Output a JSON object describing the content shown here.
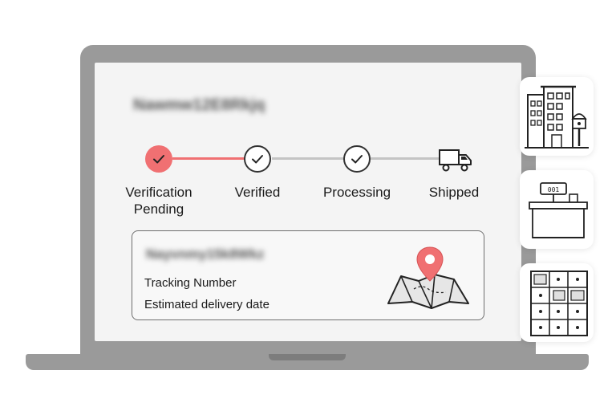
{
  "screen": {
    "heading_blurred": "Nawmw12E8Rkjq",
    "steps": [
      {
        "label_line1": "Verification",
        "label_line2": "Pending",
        "state": "active"
      },
      {
        "label_line1": "Verified",
        "label_line2": "",
        "state": "done"
      },
      {
        "label_line1": "Processing",
        "label_line2": "",
        "state": "done"
      },
      {
        "label_line1": "Shipped",
        "label_line2": "",
        "state": "pending"
      }
    ],
    "card": {
      "blurred_value": "Nayvnmy15k8Wkz",
      "tracking_label": "Tracking Number",
      "delivery_label": "Estimated delivery date"
    }
  },
  "side_icons": [
    "office-building-icon",
    "store-counter-icon",
    "parcel-locker-icon"
  ],
  "store_sign": "001",
  "colors": {
    "accent": "#f07072",
    "check_stroke": "#333333",
    "line_inactive": "#c4c4c4",
    "laptop": "#9a9a9a",
    "pin": "#f07072"
  }
}
